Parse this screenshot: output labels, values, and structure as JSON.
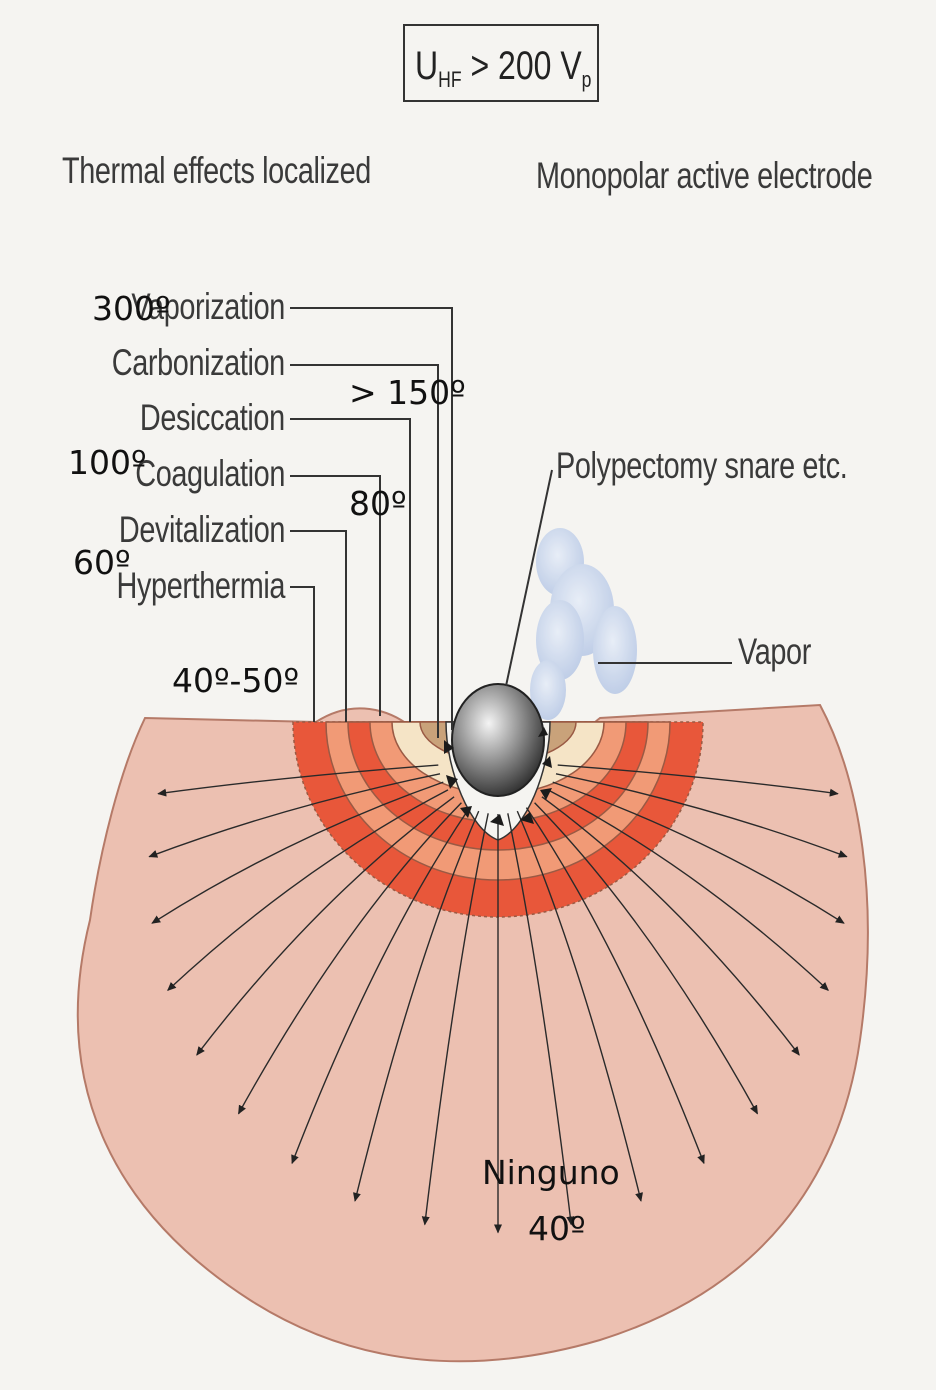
{
  "formula": {
    "main": "U",
    "sub1": "HF",
    "mid": " > 200 V",
    "sub2": "p"
  },
  "headers": {
    "left": "Thermal effects localized",
    "right": "Monopolar active electrode"
  },
  "zone_labels": [
    "Vaporization",
    "Carbonization",
    "Desiccation",
    "Coagulation",
    "Devitalization",
    "Hyperthermia"
  ],
  "temperature_labels": {
    "vaporization": "300º",
    "carbonization": "> 150º",
    "coagulation": "100º",
    "desiccation": "80º",
    "devitalization": "60º",
    "hyperthermia": "40º-50º",
    "none_label": "Ninguno",
    "none_temp": "40º"
  },
  "callouts": {
    "instrument": "Polypectomy snare etc.",
    "vapor": "Vapor"
  },
  "colors": {
    "tissue": "#ecc0b1",
    "hyperthermia": "#e8573a",
    "devitalization": "#f19a76",
    "coagulation": "#f5e4c6",
    "desiccation": "#c9a27a",
    "carbonization": "#222222",
    "vapor": "#c8d6ee",
    "electrode": "#6b6b6b"
  }
}
